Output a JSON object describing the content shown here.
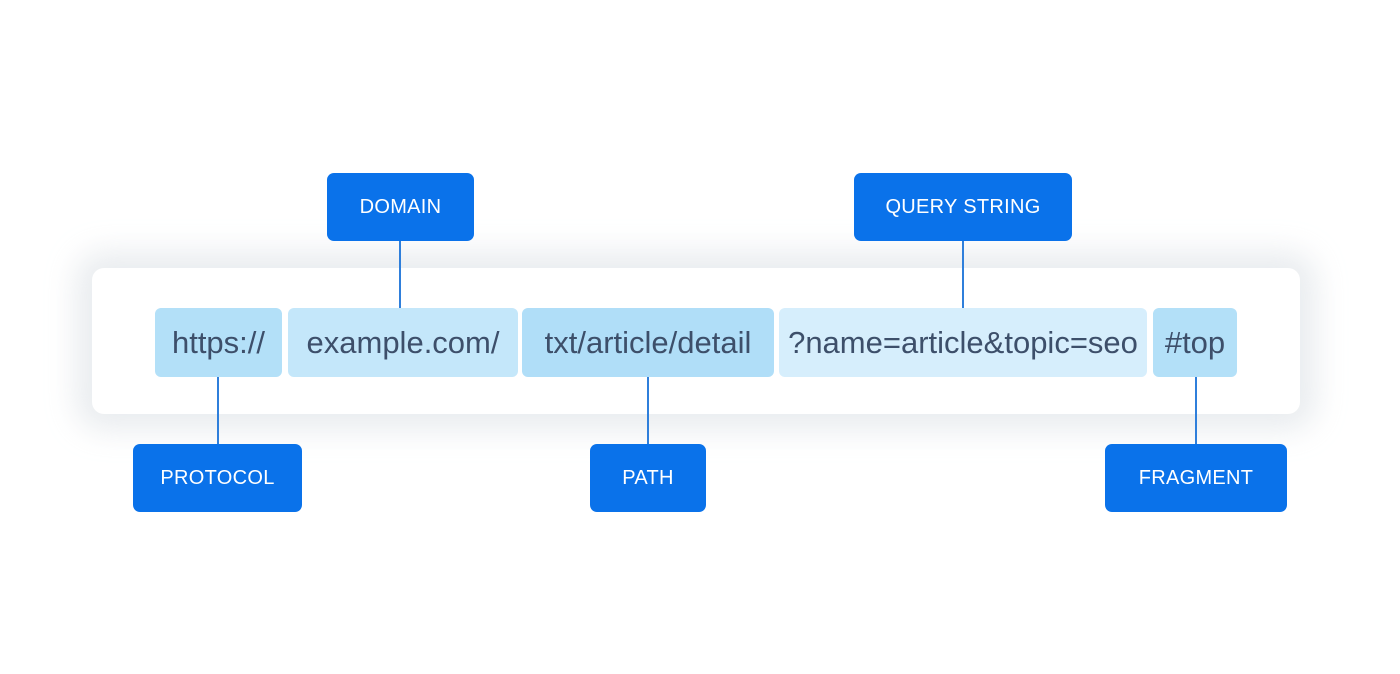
{
  "url": {
    "protocol": "https://",
    "domain": "example.com/",
    "path": "txt/article/detail",
    "query": "?name=article&topic=seo",
    "fragment": "#top"
  },
  "labels": {
    "domain": "DOMAIN",
    "query": "QUERY STRING",
    "protocol": "PROTOCOL",
    "path": "PATH",
    "fragment": "FRAGMENT"
  },
  "colors": {
    "label_bg": "#0a72ea",
    "label_text": "#ffffff",
    "connector": "#2f7fdb",
    "segment_text": "#3d4f6a",
    "segment_protocol": "#b3e0f8",
    "segment_domain": "#c4e7fa",
    "segment_path": "#b0def8",
    "segment_query": "#d6eefc",
    "segment_fragment": "#b3e0f8"
  }
}
